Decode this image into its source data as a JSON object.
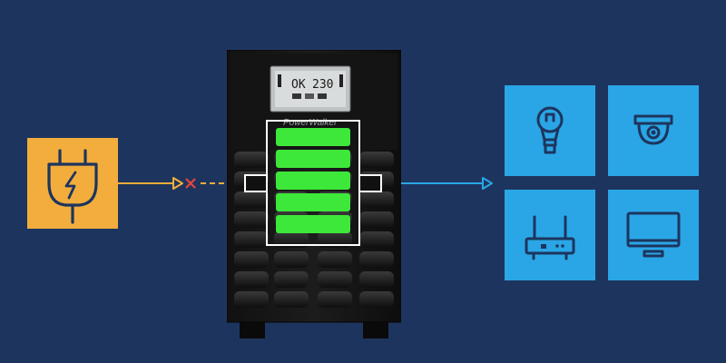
{
  "ups": {
    "status_text": "OK",
    "voltage_text": "230",
    "brand_text": "PowerWalker",
    "battery_level_bars": 5
  },
  "input": {
    "icon": "power-plug-icon",
    "state": "disconnected",
    "indicator_icon": "x-mark-icon"
  },
  "output_devices": [
    {
      "icon": "light-bulb-icon"
    },
    {
      "icon": "security-camera-icon"
    },
    {
      "icon": "router-icon"
    },
    {
      "icon": "monitor-icon"
    }
  ],
  "colors": {
    "background": "#1d355e",
    "input_tile": "#f2ad3c",
    "device_tile": "#2aa6e6",
    "battery_green": "#3ee83a",
    "failure_mark": "#e8453c",
    "output_line": "#2aa6e6"
  }
}
